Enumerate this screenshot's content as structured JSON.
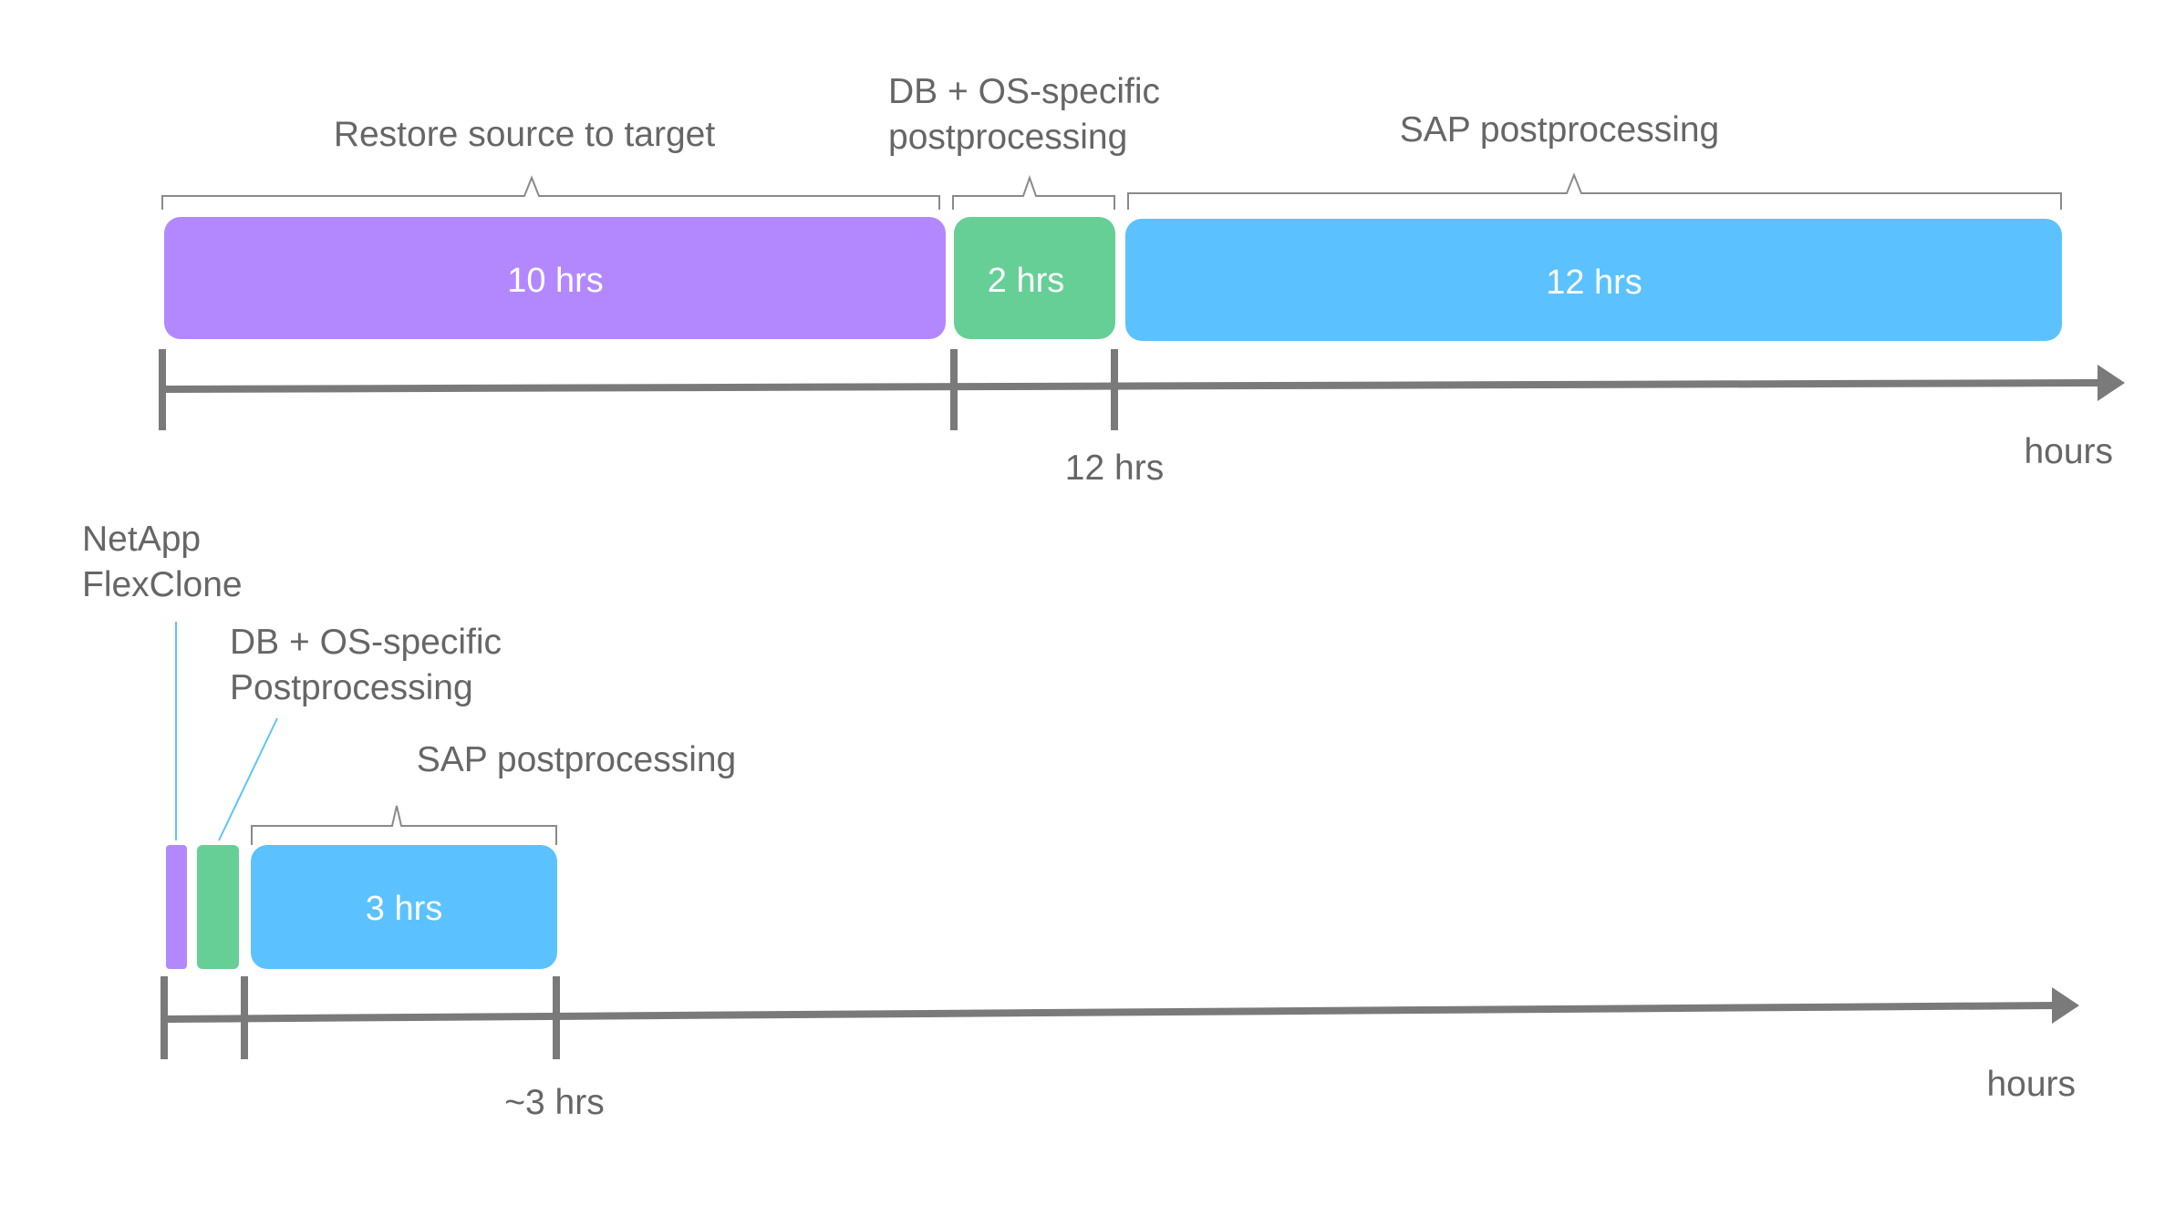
{
  "colors": {
    "restore": "#b388ff",
    "db_os": "#66cf96",
    "sap": "#5bc2ff",
    "axis": "#7a7a7a",
    "text": "#666666"
  },
  "top": {
    "phases": [
      {
        "label": "Restore source to target",
        "duration": "10 hrs",
        "hours": 10
      },
      {
        "label_line1": "DB + OS-specific",
        "label_line2": "postprocessing",
        "duration": "2 hrs",
        "hours": 2
      },
      {
        "label": "SAP postprocessing",
        "duration": "12 hrs",
        "hours": 12
      }
    ],
    "tick_label": "12 hrs",
    "axis_label": "hours"
  },
  "bottom": {
    "flexclone_line1": "NetApp",
    "flexclone_line2": "FlexClone",
    "db_os_line1": "DB + OS-specific",
    "db_os_line2": "Postprocessing",
    "sap_label": "SAP postprocessing",
    "sap_duration": "3 hrs",
    "sap_hours": 3,
    "tick_label": "~3 hrs",
    "axis_label": "hours"
  }
}
